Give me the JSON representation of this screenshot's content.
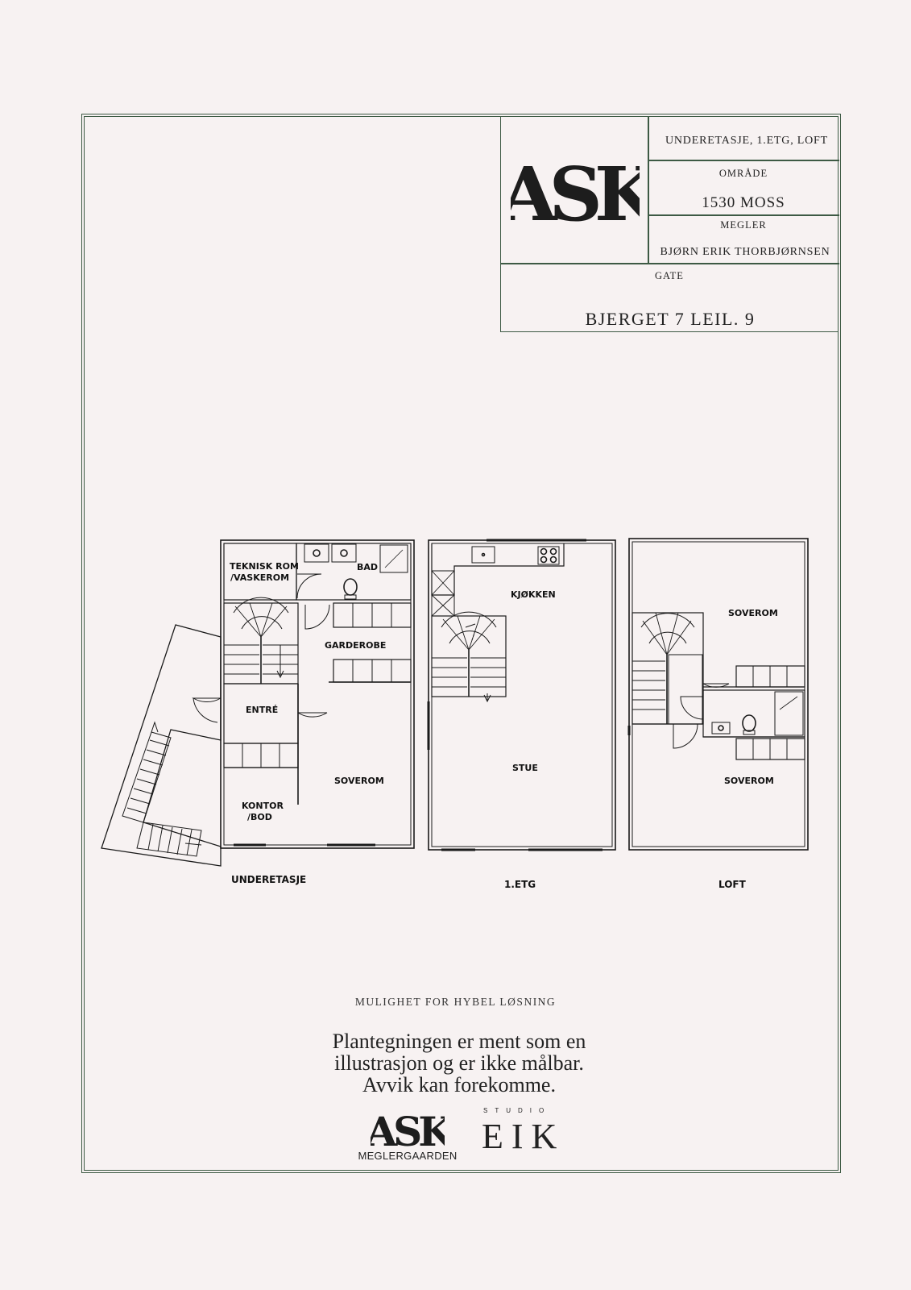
{
  "header": {
    "levels": "UNDERETASJE, 1.ETG, LOFT",
    "area_label": "OMRÅDE",
    "area_value": "1530 MOSS",
    "broker_label": "MEGLER",
    "broker_value": "BJØRN ERIK THORBJØRNSEN",
    "street_label": "GATE",
    "street_value": "BJERGET 7 LEIL. 9",
    "logo_text": "ASK"
  },
  "floors": {
    "underetasje": {
      "caption": "UNDERETASJE",
      "rooms": {
        "teknisk_line1": "TEKNISK ROM",
        "teknisk_line2": "/VASKEROM",
        "bad": "BAD",
        "garderobe": "GARDEROBE",
        "entre": "ENTRÉ",
        "soverom": "SOVEROM",
        "kontor_line1": "KONTOR",
        "kontor_line2": "/BOD"
      }
    },
    "etg1": {
      "caption": "1.ETG",
      "rooms": {
        "kjokken": "KJØKKEN",
        "stue": "STUE"
      }
    },
    "loft": {
      "caption": "LOFT",
      "rooms": {
        "soverom_top": "SOVEROM",
        "soverom_bottom": "SOVEROM"
      }
    }
  },
  "footer": {
    "hybel": "MULIGHET FOR HYBEL LØSNING",
    "disclaimer_line1": "Plantegningen er ment som en",
    "disclaimer_line2": "illustrasjon og er ikke målbar.",
    "disclaimer_line3": "Avvik kan forekomme.",
    "brand1_logo": "ASK",
    "brand1_name": "MEGLERGAARDEN",
    "brand2_small": "STUDIO",
    "brand2_name": "EIK"
  }
}
